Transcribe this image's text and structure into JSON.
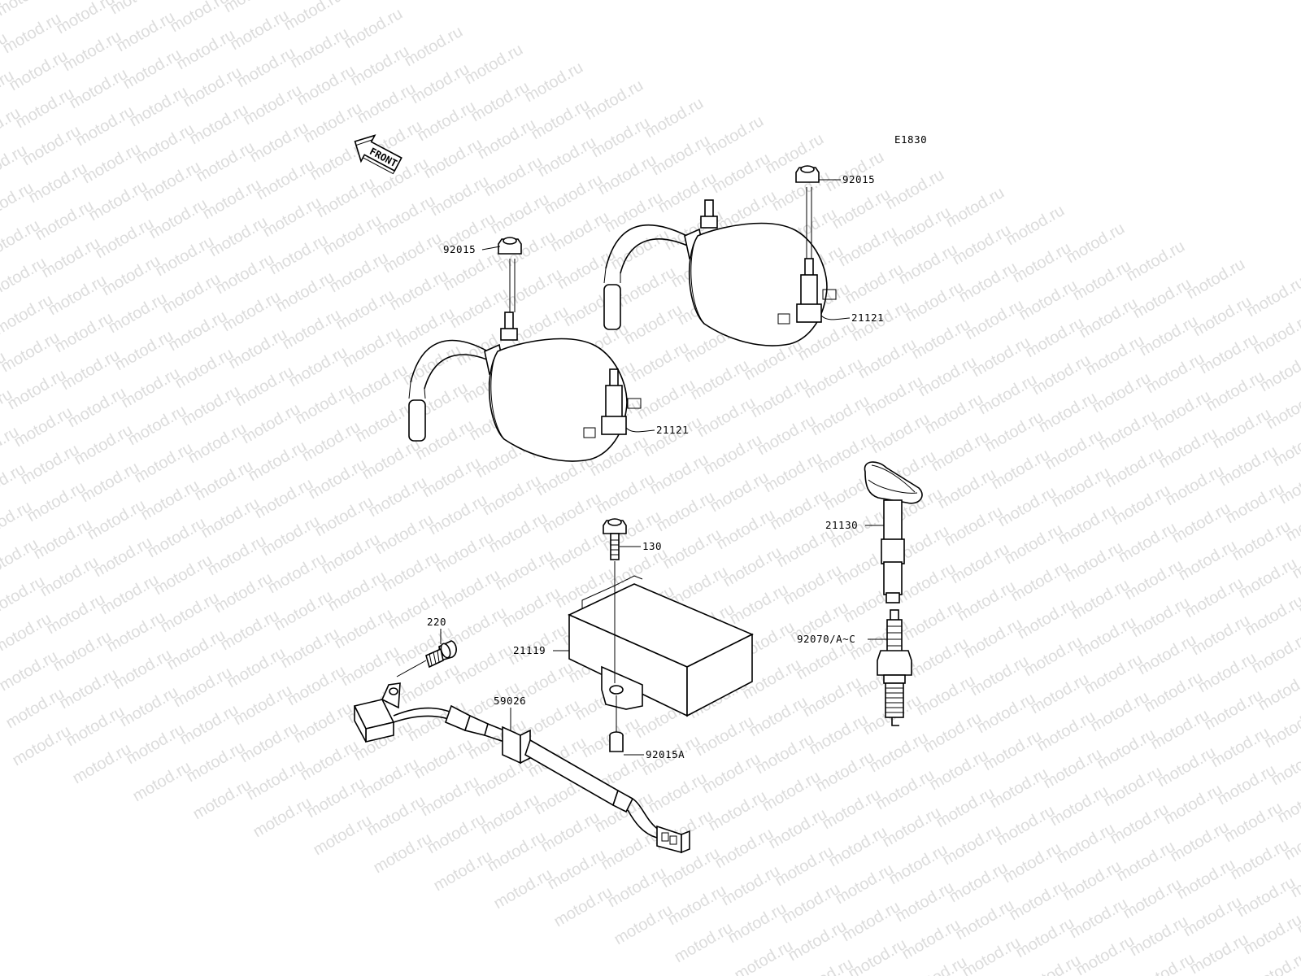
{
  "diagram": {
    "figure_code": "E1830",
    "front_label": "FRONT",
    "watermark_text": "motod.ru",
    "line_color": "#000000",
    "watermark_color": "#dcdcdc",
    "callouts": {
      "nut_left": "92015",
      "nut_right": "92015",
      "coil_left": "21121",
      "coil_right": "21121",
      "plug_cap": "21130",
      "spark_plug": "92070/A~C",
      "bolt_130": "130",
      "igniter": "21119",
      "screw_220": "220",
      "clamp": "59026",
      "collar": "92015A"
    }
  }
}
